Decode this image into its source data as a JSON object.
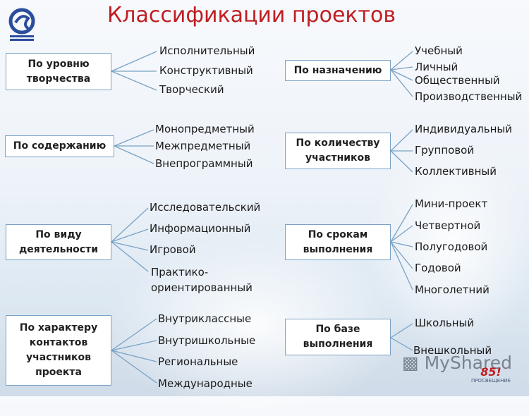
{
  "title": "Классификации проектов",
  "watermark": "MyShared",
  "publisher": {
    "num": "85!",
    "name": "ПРОСВЕЩЕНИЕ"
  },
  "colors": {
    "title": "#c01d21",
    "box_border": "#7aa2c4",
    "line": "#7aa2c4"
  },
  "left_groups": [
    {
      "label": "По уровню творчества",
      "items": [
        "Исполнительный",
        "Конструктивный",
        "Творческий"
      ]
    },
    {
      "label": "По содержанию",
      "items": [
        "Монопредметный",
        "Межпредметный",
        "Внепрограммный"
      ]
    },
    {
      "label": "По виду деятельности",
      "items": [
        "Исследовательский",
        "Информационный",
        "Игровой",
        "Практико-ориентированный"
      ]
    },
    {
      "label": "По характеру контактов участников проекта",
      "items": [
        "Внутриклассные",
        "Внутришкольные",
        "Региональные",
        "Международные"
      ]
    }
  ],
  "right_groups": [
    {
      "label": "По назначению",
      "items": [
        "Учебный",
        "Личный",
        "Общественный",
        "Производственный"
      ]
    },
    {
      "label": "По количеству участников",
      "items": [
        "Индивидуальный",
        "Групповой",
        "Коллективный"
      ]
    },
    {
      "label": "По срокам выполнения",
      "items": [
        "Мини-проект",
        "Четвертной",
        "Полугодовой",
        "Годовой",
        "Многолетний"
      ]
    },
    {
      "label": "По базе выполнения",
      "items": [
        "Школьный",
        "Внешкольный"
      ]
    }
  ]
}
